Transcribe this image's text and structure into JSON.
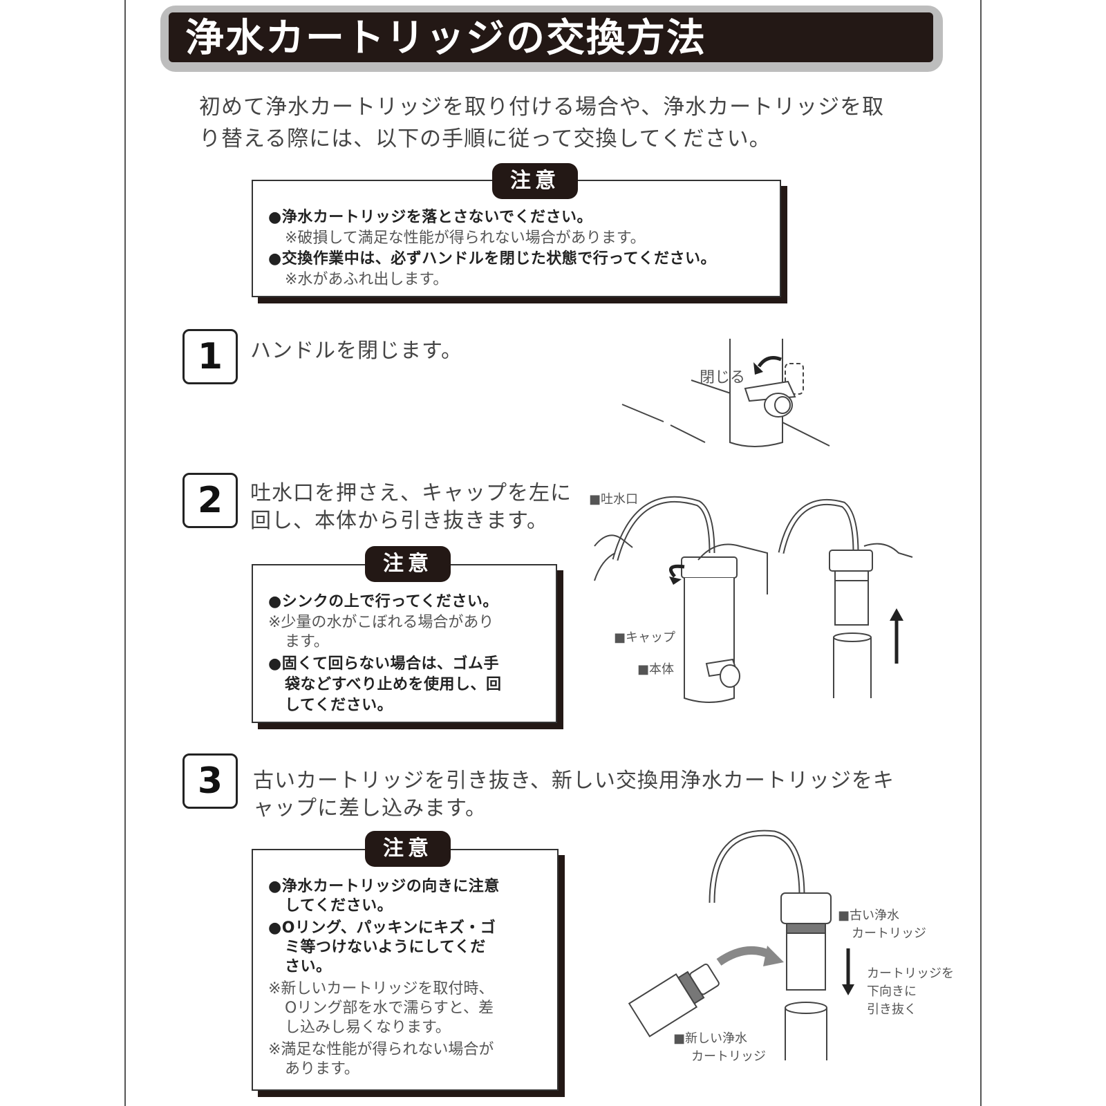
{
  "title": "浄水カートリッジの交換方法",
  "intro": {
    "line1": "初めて浄水カートリッジを取り付ける場合や、浄水カートリッジを取",
    "line2": "り替える際には、以下の手順に従って交換してください。"
  },
  "caution_top": {
    "label": "注意",
    "item1": "●浄水カートリッジを落とさないでください。",
    "note1": "※破損して満足な性能が得られない場合があります。",
    "item2": "●交換作業中は、必ずハンドルを閉じた状態で行ってください。",
    "note2": "※水があふれ出します。"
  },
  "step1": {
    "number": "1",
    "text": "ハンドルを閉じます。",
    "close_label": "閉じる"
  },
  "step2": {
    "number": "2",
    "text_line1": "吐水口を押さえ、キャップを左に",
    "text_line2": "回し、本体から引き抜きます。",
    "labels": {
      "spout": "■吐水口",
      "cap": "■キャップ",
      "body": "■本体"
    },
    "caution": {
      "label": "注意",
      "item1": "●シンクの上で行ってください。",
      "note1_line1": "※少量の水がこぼれる場合があり",
      "note1_line2": "ます。",
      "item2_line1": "●固くて回らない場合は、ゴム手",
      "item2_line2": "袋などすべり止めを使用し、回",
      "item2_line3": "してください。"
    }
  },
  "step3": {
    "number": "3",
    "text_line1": "古いカートリッジを引き抜き、新しい交換用浄水カートリッジをキ",
    "text_line2": "ャップに差し込みます。",
    "labels": {
      "old_line1": "■古い浄水",
      "old_line2": "カートリッジ",
      "pull_line1": "カートリッジを",
      "pull_line2": "下向きに",
      "pull_line3": "引き抜く",
      "new_line1": "■新しい浄水",
      "new_line2": "カートリッジ"
    },
    "caution": {
      "label": "注意",
      "item1_line1": "●浄水カートリッジの向きに注意",
      "item1_line2": "してください。",
      "item2_line1": "●Oリング、パッキンにキズ・ゴ",
      "item2_line2": "ミ等つけないようにしてくだ",
      "item2_line3": "さい。",
      "note1_line1": "※新しいカートリッジを取付時、",
      "note1_line2": "Oリング部を水で濡らすと、差",
      "note1_line3": "し込みし易くなります。",
      "note2_line1": "※満足な性能が得られない場合が",
      "note2_line2": "あります。"
    }
  }
}
